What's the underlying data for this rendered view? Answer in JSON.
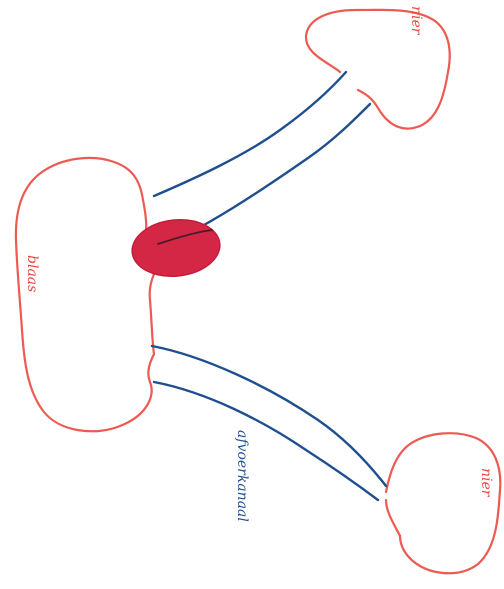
{
  "diagram": {
    "labels": {
      "bladder": "blaas",
      "kidney_top": "nier",
      "kidney_bottom": "nier",
      "ureter": "afvoerkanaal"
    },
    "colors": {
      "organ_outline": "#ec5a52",
      "ureter": "#1f4f8f",
      "blob": "#d42745",
      "background": "#ffffff"
    }
  }
}
